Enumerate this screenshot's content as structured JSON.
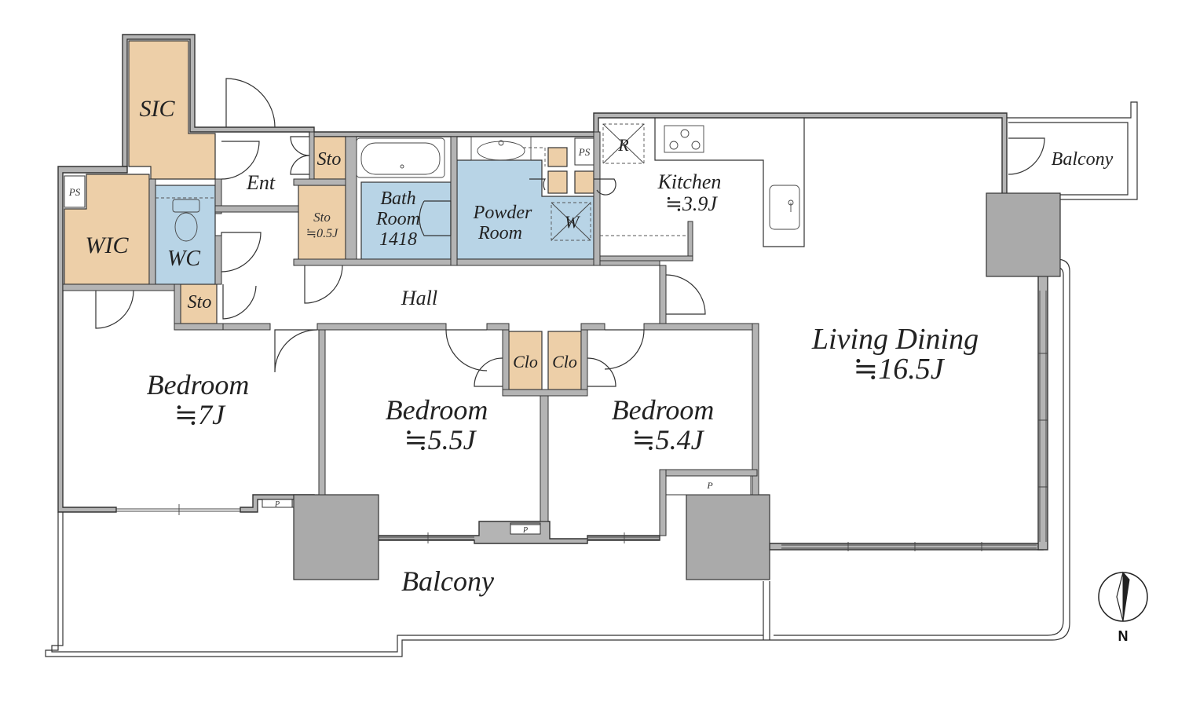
{
  "colors": {
    "storage": "#edcfa8",
    "wet": "#b8d4e6",
    "column": "#aaaaaa",
    "wall": "#b4b4b4",
    "floor": "#ffffff"
  },
  "rooms": {
    "sic": {
      "label": "SIC"
    },
    "wic": {
      "label": "WIC"
    },
    "ps_left": {
      "label": "PS"
    },
    "wc": {
      "label": "WC"
    },
    "ent": {
      "label": "Ent"
    },
    "sto_top": {
      "label": "Sto"
    },
    "sto_small": {
      "label": "Sto",
      "size": "≒0.5J"
    },
    "sto_hall": {
      "label": "Sto"
    },
    "bath": {
      "line1": "Bath",
      "line2": "Room",
      "line3": "1418"
    },
    "powder": {
      "line1": "Powder",
      "line2": "Room"
    },
    "washer": {
      "label": "W"
    },
    "ps_kitchen": {
      "label": "PS"
    },
    "fridge": {
      "label": "R"
    },
    "kitchen": {
      "label": "Kitchen",
      "size": "≒3.9J"
    },
    "hall": {
      "label": "Hall"
    },
    "living": {
      "label": "Living Dining",
      "size": "≒16.5J"
    },
    "bedroom1": {
      "label": "Bedroom",
      "size": "≒7J"
    },
    "bedroom2": {
      "label": "Bedroom",
      "size": "≒5.5J"
    },
    "bedroom3": {
      "label": "Bedroom",
      "size": "≒5.4J"
    },
    "clo1": {
      "label": "Clo"
    },
    "clo2": {
      "label": "Clo"
    },
    "balcony_main": {
      "label": "Balcony"
    },
    "balcony_ne": {
      "label": "Balcony"
    },
    "pipe1": {
      "label": "P"
    },
    "pipe2": {
      "label": "P"
    },
    "pipe3": {
      "label": "P"
    }
  },
  "compass": {
    "label": "N"
  }
}
